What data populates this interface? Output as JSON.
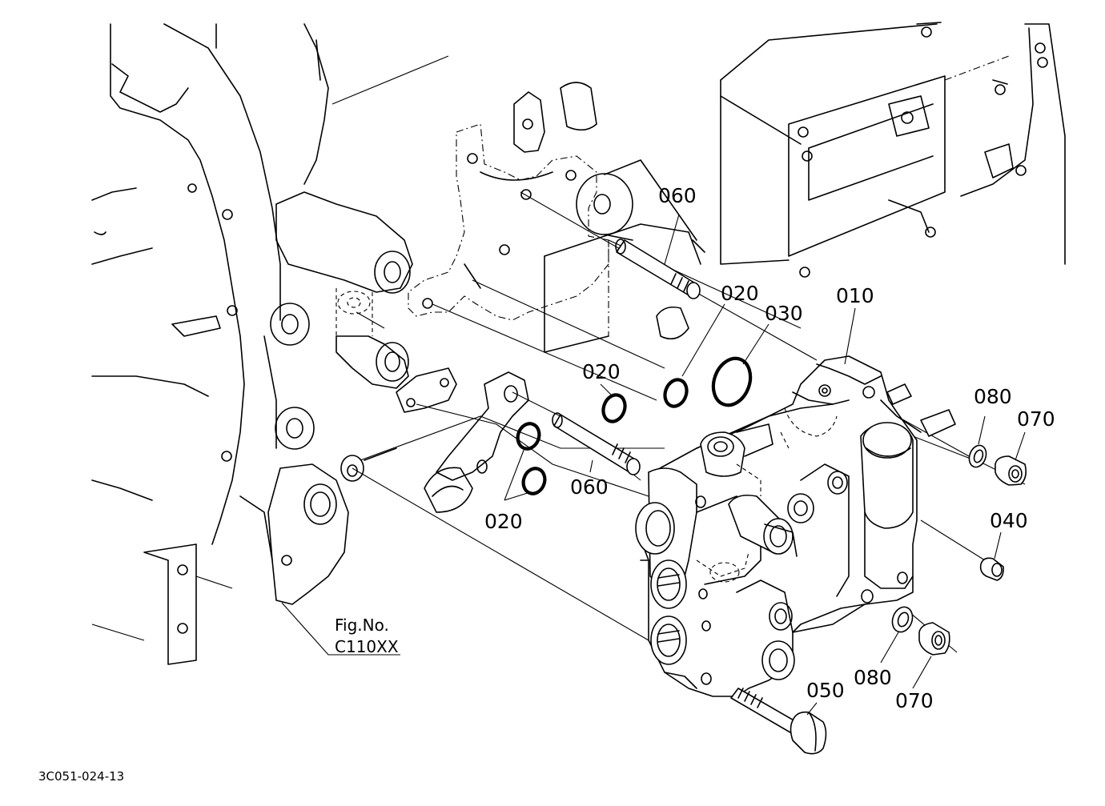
{
  "diagram": {
    "callouts": [
      {
        "id": "c-060-top",
        "text": "060"
      },
      {
        "id": "c-020-a",
        "text": "020"
      },
      {
        "id": "c-030",
        "text": "030"
      },
      {
        "id": "c-010",
        "text": "010"
      },
      {
        "id": "c-020-b",
        "text": "020"
      },
      {
        "id": "c-080-a",
        "text": "080"
      },
      {
        "id": "c-070-a",
        "text": "070"
      },
      {
        "id": "c-060-mid",
        "text": "060"
      },
      {
        "id": "c-020-c",
        "text": "020"
      },
      {
        "id": "c-040",
        "text": "040"
      },
      {
        "id": "c-080-b",
        "text": "080"
      },
      {
        "id": "c-070-b",
        "text": "070"
      },
      {
        "id": "c-050",
        "text": "050"
      }
    ],
    "fig_ref": {
      "line1": "Fig.No.",
      "line2": "C110XX"
    },
    "drawing_code": "3C051-024-13"
  }
}
